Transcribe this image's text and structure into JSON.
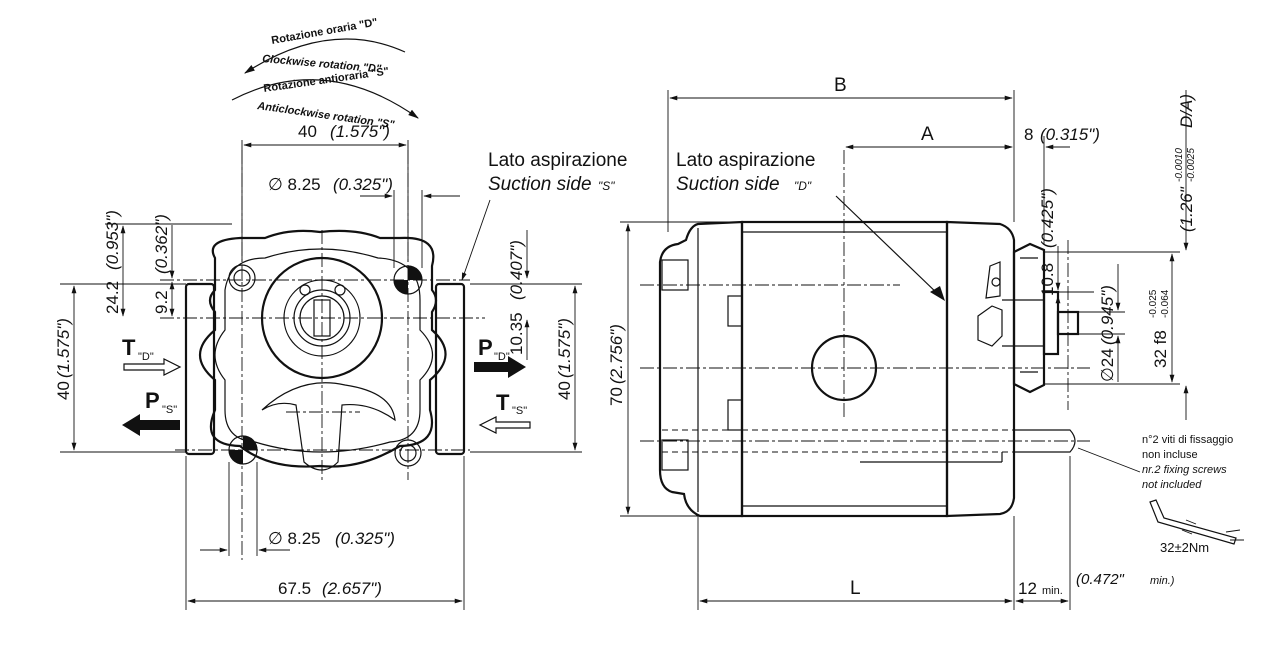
{
  "rotation": {
    "cw_it": "Rotazione oraria \"D\"",
    "cw_en": "Clockwise rotation \"D\"",
    "ccw_it": "Rotazione antioraria \"S\"",
    "ccw_en": "Anticlockwise rotation \"S\""
  },
  "front_view": {
    "width_top": "40",
    "width_top_in": "(1.575\")",
    "port_dia_top": "∅ 8.25",
    "port_dia_top_in": "(0.325\")",
    "suction_it": "Lato aspirazione",
    "suction_en": "Suction side",
    "suction_tag": "\"S\"",
    "dim_24_2": "24.2",
    "dim_24_2_in": "(0.953\")",
    "dim_9_2": "9.2",
    "dim_9_2_in": "(0.362\")",
    "dim_10_35": "10.35",
    "dim_10_35_in": "(0.407\")",
    "dim_40_left": "40",
    "dim_40_left_in": "(1.575\")",
    "dim_40_right": "40",
    "dim_40_right_in": "(1.575\")",
    "port_T": "T",
    "port_T_D": "\"D\"",
    "port_P": "P",
    "port_P_S": "\"S\"",
    "port_P_right": "P",
    "port_P_D": "\"D\"",
    "port_T_right": "T",
    "port_T_S": "\"S\"",
    "port_dia_bottom": "∅ 8.25",
    "port_dia_bottom_in": "(0.325\")",
    "width_bottom": "67.5",
    "width_bottom_in": "(2.657\")"
  },
  "side_view": {
    "dim_B": "B",
    "dim_A": "A",
    "dim_8": "8",
    "dim_8_in": "(0.315\")",
    "suction_it": "Lato aspirazione",
    "suction_en": "Suction side",
    "suction_tag": "\"D\"",
    "dim_70": "70",
    "dim_70_in": "(2.756\")",
    "dim_10_8": "10.8",
    "dim_10_8_in": "(0.425\")",
    "dim_24": "∅24",
    "dim_24_in": "(0.945\")",
    "dim_32": "32 f8",
    "dim_32_tol_up": "-0.025",
    "dim_32_tol_lo": "-0.064",
    "dim_126": "(1.26\"",
    "dim_126_tol_up": "-0.0010",
    "dim_126_tol_lo": "-0.0025",
    "dim_126_suffix": "D/A)",
    "dim_L": "L",
    "dim_12": "12",
    "dim_12_min": "min.",
    "dim_12_in": "(0.472\"",
    "dim_12_in_min": "min.)",
    "screws_it_1": "n°2 viti di fissaggio",
    "screws_it_2": "non incluse",
    "screws_en_1": "nr.2 fixing screws",
    "screws_en_2": "not included",
    "torque": "32±2Nm"
  }
}
